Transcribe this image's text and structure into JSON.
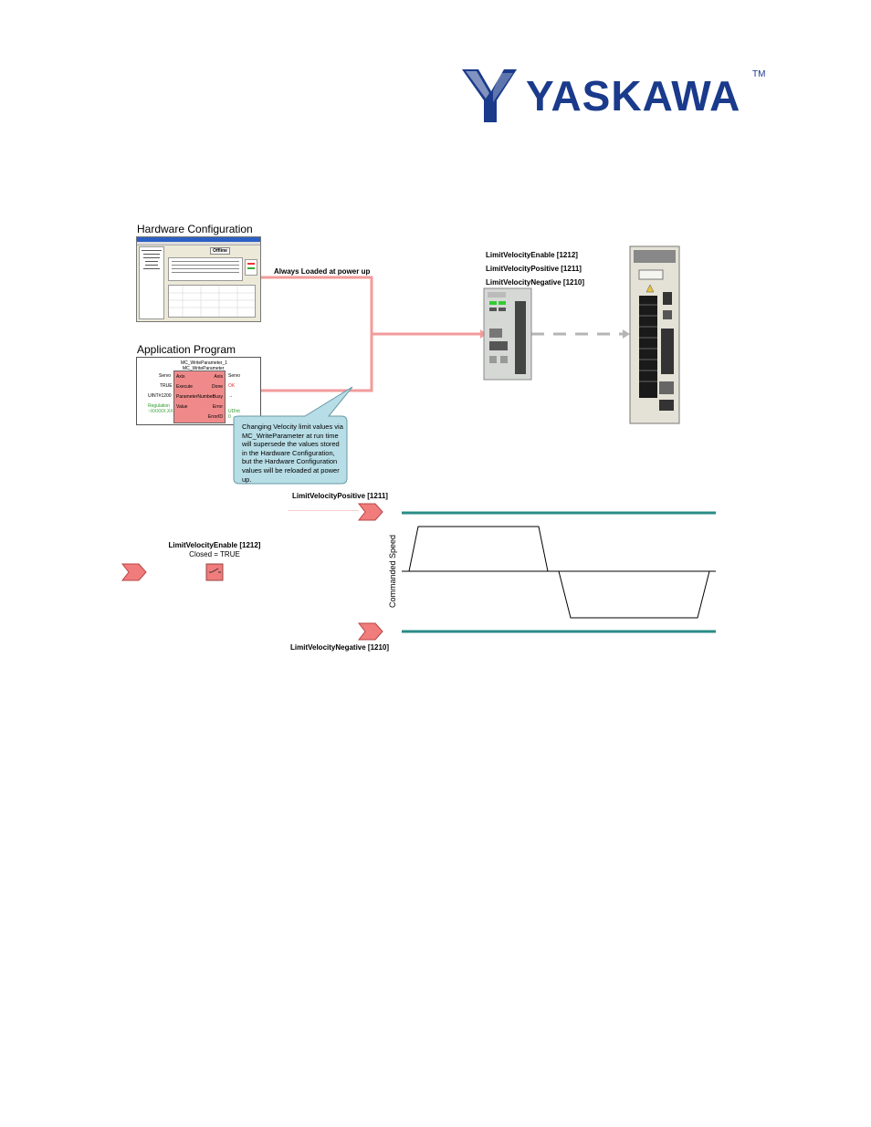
{
  "header": {
    "logo_text": "YASKAWA",
    "logo_tm": "TM",
    "brand_color": "#1a3a8c"
  },
  "figure": {
    "hardware_config_title": "Hardware Configuration",
    "hardware_window_button": "Offline",
    "application_program_title": "Application Program",
    "wire_label": "Always Loaded at power up",
    "controller_params": [
      "LimitVelocityEnable [1212]",
      "LimitVelocityPositive [1211]",
      "LimitVelocityNegative [1210]"
    ],
    "function_block": {
      "instance_name": "MC_WriteParameter_1",
      "type_name": "MC_WriteParameter",
      "inputs": [
        "Axis",
        "Execute",
        "ParameterNumber",
        "Value"
      ],
      "input_values": [
        "Servo",
        "TRUE",
        "UINT#1200",
        "Regulation\n~XXXXX.XX"
      ],
      "outputs": [
        "Axis",
        "Done",
        "Busy",
        "Error",
        "ErrorID"
      ],
      "output_values": [
        "Servo",
        "OK",
        "→",
        "",
        "UDInt\n0"
      ]
    },
    "callout_text": "Changing Velocity limit values via MC_WriteParameter at run time will supersede the values stored in the Hardware Configuration, but the Hardware Configuration values will be reloaded at power up.",
    "switch_label_line1": "LimitVelocityEnable [1212]",
    "switch_label_line2": "Closed = TRUE",
    "positive_label": "LimitVelocityPositive [1211]",
    "negative_label": "LimitVelocityNegative [1210]",
    "y_axis_label": "Commanded Speed",
    "colors": {
      "wire": "#f29b9b",
      "connector": "#f07c7c",
      "limit_line": "#2a8b86",
      "callout_fill": "#b7dde6",
      "block_fill": "#f08a8a"
    }
  }
}
